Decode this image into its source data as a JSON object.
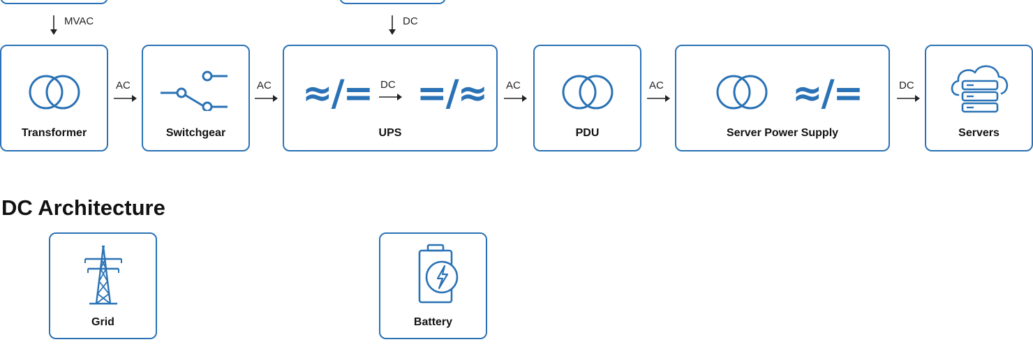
{
  "colors": {
    "accent": "#2a72b5",
    "text": "#111111",
    "arrow": "#222222"
  },
  "top_feeds": [
    {
      "label": "MVAC"
    },
    {
      "label": "DC"
    }
  ],
  "ac_chain": {
    "nodes": [
      {
        "label": "Transformer",
        "icon": "transformer-icon"
      },
      {
        "label": "Switchgear",
        "icon": "switch-icon"
      },
      {
        "label": "UPS",
        "icon": "rectifier-inverter-icon",
        "inner": [
          "≈/=",
          "DC",
          "=/≈"
        ]
      },
      {
        "label": "PDU",
        "icon": "transformer-icon"
      },
      {
        "label": "Server Power Supply",
        "icon": "transformer-rectifier-icon",
        "inner": [
          "≈/="
        ]
      },
      {
        "label": "Servers",
        "icon": "cloud-server-icon"
      }
    ],
    "connectors": [
      "AC",
      "AC",
      "AC",
      "AC",
      "DC"
    ]
  },
  "section_title": "DC Architecture",
  "dc_nodes": [
    {
      "label": "Grid",
      "icon": "transmission-tower-icon"
    },
    {
      "label": "Battery",
      "icon": "battery-icon"
    }
  ]
}
